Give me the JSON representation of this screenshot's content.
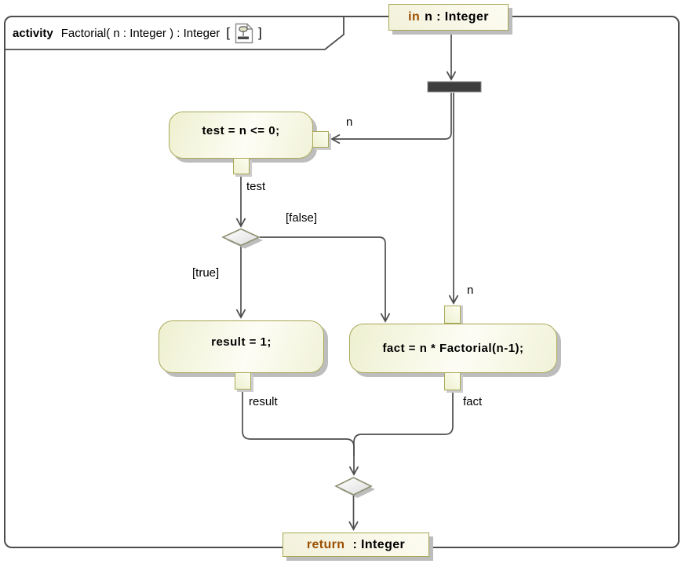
{
  "frame": {
    "keyword": "activity",
    "title": "Factorial( n : Integer ) : Integer",
    "bracket_open": "[",
    "bracket_close": "]",
    "icon": "activity-diagram-icon"
  },
  "nodes": {
    "param_in": {
      "keyword": "in",
      "type": "n : Integer"
    },
    "test": {
      "label": "test = n <= 0;"
    },
    "result": {
      "label": "result = 1;"
    },
    "fact": {
      "label": "fact = n * Factorial(n-1);"
    },
    "param_return": {
      "keyword": "return",
      "type": ": Integer"
    }
  },
  "labels": {
    "pin_n_test": "n",
    "pin_test_out": "test",
    "pin_n_fact": "n",
    "pin_result_out": "result",
    "pin_fact_out": "fact",
    "guard_true": "[true]",
    "guard_false": "[false]"
  },
  "colors": {
    "keyword_text": "#9c4f00",
    "node_border": "#a8a857",
    "node_fill_light": "#fdfdf5",
    "node_fill_dark": "#eef0d0",
    "edge": "#4d4d4d",
    "fork_fill": "#3e3e3e",
    "diamond_border": "#8f8f72",
    "shadow": "#bdbdbd",
    "frame_border": "#4d4d4d"
  }
}
